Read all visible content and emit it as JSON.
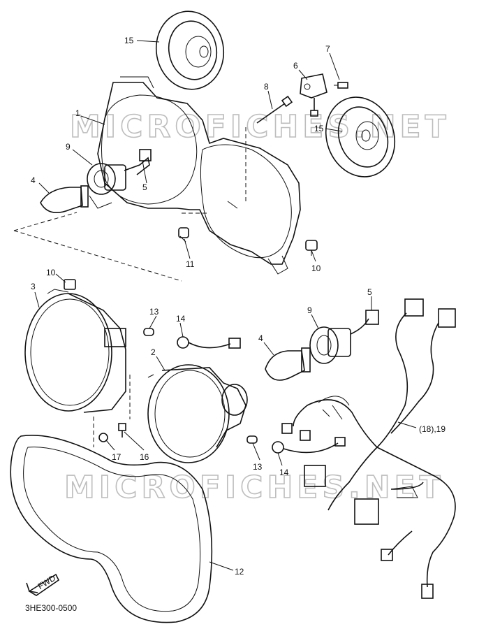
{
  "watermark": "MICROFICHES.NET",
  "diagram_code": "3HE300-0500",
  "fwd_label": "FWD",
  "callouts": {
    "c15a": "15",
    "c15b": "15",
    "c1": "1",
    "c9a": "9",
    "c5a": "5",
    "c4a": "4",
    "c8": "8",
    "c6": "6",
    "c7": "7",
    "c11": "11",
    "c10a": "10",
    "c10b": "10",
    "c3": "3",
    "c13a": "13",
    "c14a": "14",
    "c2": "2",
    "c9b": "9",
    "c5b": "5",
    "c4b": "4",
    "c17": "17",
    "c16": "16",
    "c13b": "13",
    "c14b": "14",
    "c18_19": "(18),19",
    "c12": "12"
  }
}
